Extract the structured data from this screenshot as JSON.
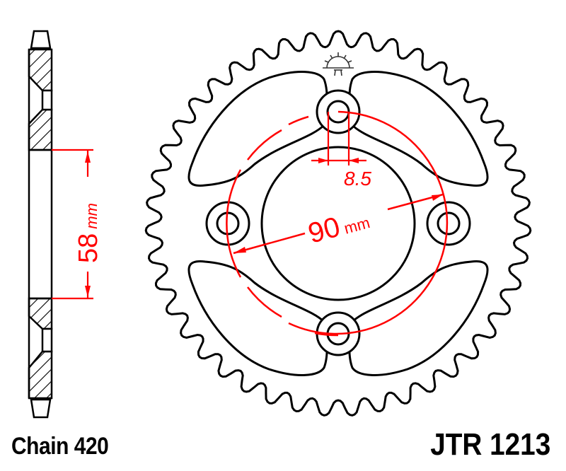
{
  "drawing": {
    "title": "Rear sprocket technical drawing",
    "part_number": "JTR 1213",
    "chain_label": "Chain 420",
    "teeth_count": 43,
    "dimensions": {
      "bore": {
        "value": "58",
        "unit": "mm"
      },
      "pcd": {
        "value": "90",
        "unit": "mm"
      },
      "bolt_hole": {
        "value": "8.5",
        "unit": ""
      }
    },
    "bolt_holes": 4,
    "colors": {
      "outline": "#000000",
      "dimension": "#ff0000",
      "background": "#ffffff"
    },
    "icons": [
      "sun-logo-icon"
    ]
  }
}
